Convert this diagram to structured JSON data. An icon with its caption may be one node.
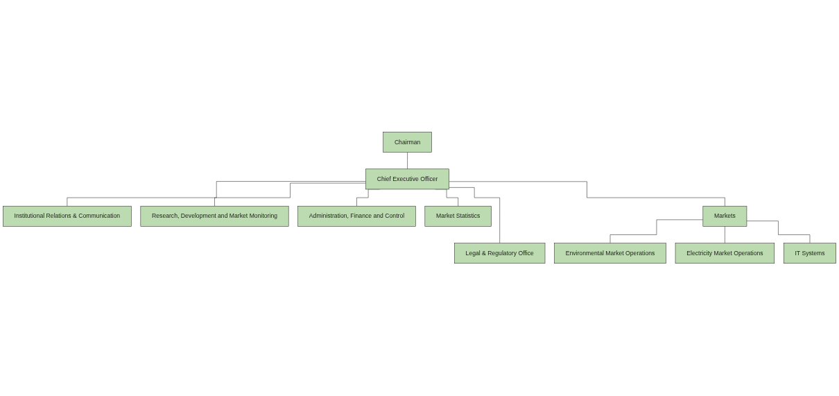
{
  "diagram": {
    "nodes": [
      {
        "text": [
          "Chairman"
        ]
      },
      {
        "text": [
          "Chief Executive Officer"
        ]
      },
      {
        "text": [
          "Institutional Relations & Communication"
        ]
      },
      {
        "text": [
          "Research, Development and Market Monitoring"
        ]
      },
      {
        "text": [
          "Administration, Finance and Control"
        ]
      },
      {
        "text": [
          "Market Statistics"
        ]
      },
      {
        "text": [
          "Legal & Regulatory Office"
        ]
      },
      {
        "text": [
          "Markets"
        ]
      },
      {
        "text": [
          "Environmental Market Operations"
        ]
      },
      {
        "text": [
          "Electricity Market Operations"
        ]
      },
      {
        "text": [
          "IT Systems"
        ]
      }
    ],
    "edges": [
      {
        "from": 0,
        "to": 1,
        "arrow": "none"
      },
      {
        "from": 1,
        "to": 2,
        "arrow": "none"
      },
      {
        "from": 1,
        "to": 3,
        "arrow": "none"
      },
      {
        "from": 1,
        "to": 4,
        "arrow": "none"
      },
      {
        "from": 1,
        "to": 5,
        "arrow": "none"
      },
      {
        "from": 1,
        "to": 6,
        "arrow": "none"
      },
      {
        "from": 1,
        "to": 7,
        "arrow": "none"
      },
      {
        "from": 7,
        "to": 8,
        "arrow": "none"
      },
      {
        "from": 7,
        "to": 9,
        "arrow": "none"
      },
      {
        "from": 7,
        "to": 10,
        "arrow": "none"
      }
    ]
  }
}
